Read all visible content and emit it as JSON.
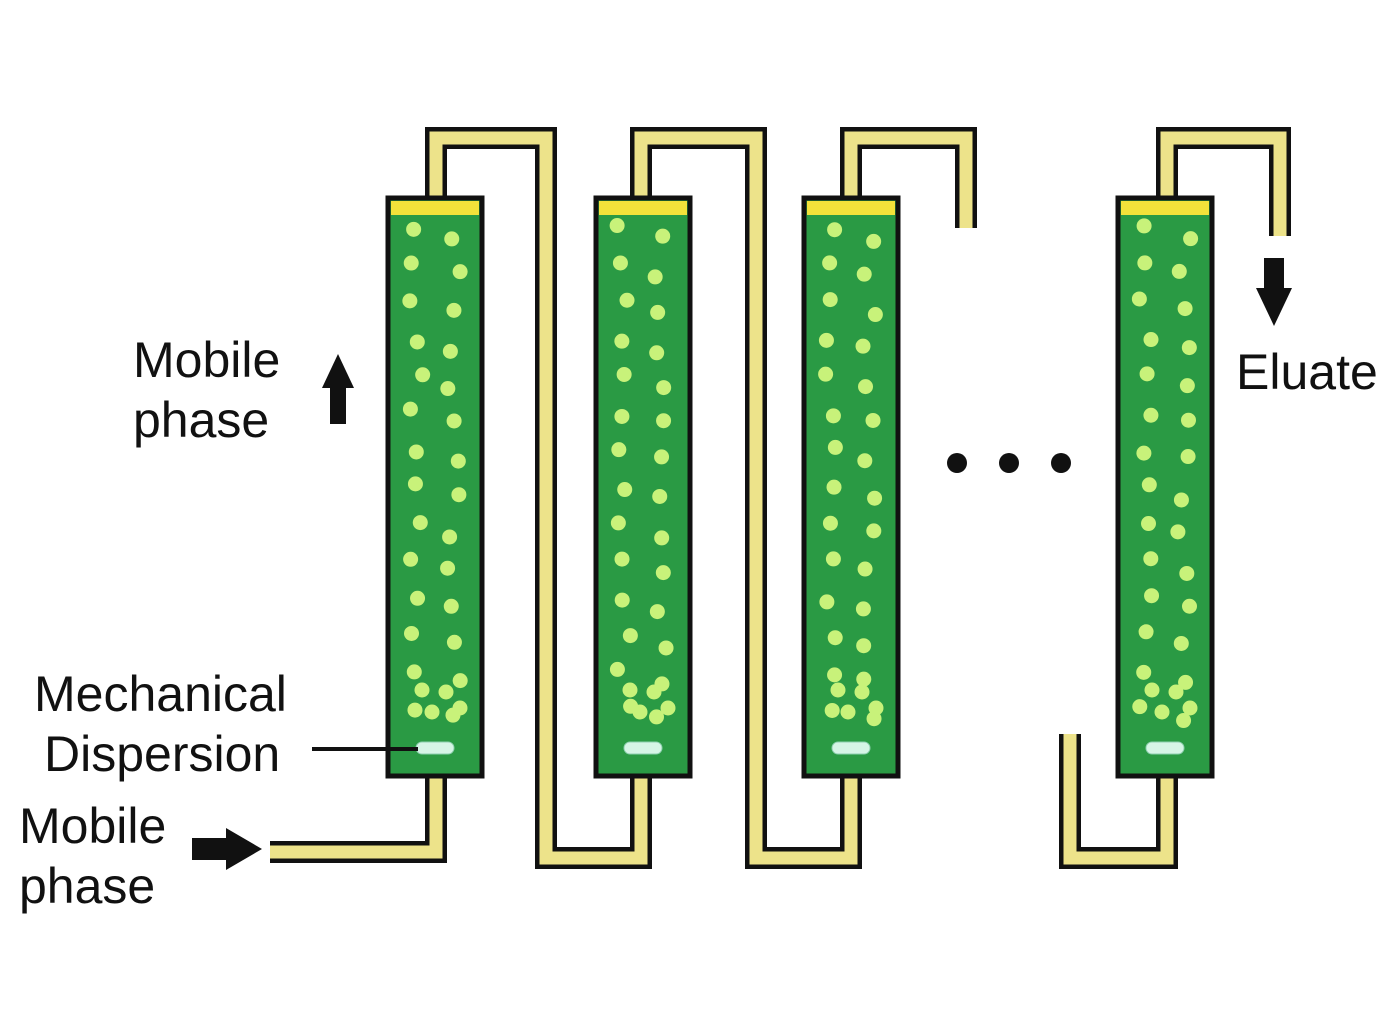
{
  "labels": {
    "mobile_phase_flow_line1": "Mobile",
    "mobile_phase_flow_line2": "phase",
    "mechanical_line1": "Mechanical",
    "mechanical_line2": "Dispersion",
    "mobile_phase_inlet_line1": "Mobile",
    "mobile_phase_inlet_line2": "phase",
    "eluate": "Eluate"
  },
  "colors": {
    "column_fill": "#2a9a44",
    "outline": "#111111",
    "tube": "#ede38a",
    "bead": "#c8f27a",
    "top_frit": "#f3e23a",
    "bottom_disc": "#d6f5e6",
    "arrow": "#111111"
  },
  "icons": [
    "up-arrow-icon",
    "right-arrow-icon",
    "down-arrow-icon",
    "ellipsis-dots"
  ],
  "column_count_shown": 4
}
